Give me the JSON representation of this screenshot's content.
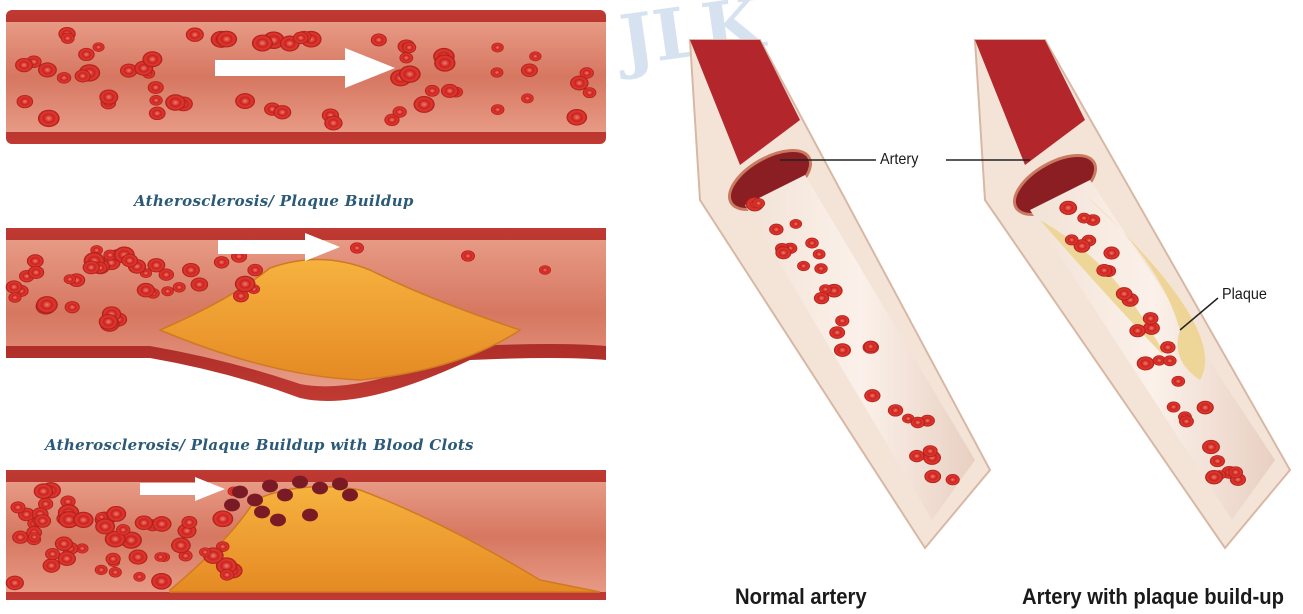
{
  "left_panel": {
    "caption_plaque": "Atherosclerosis/ Plaque Buildup",
    "caption_clots": "Atherosclerosis/ Plaque Buildup with Blood Clots"
  },
  "right_panel": {
    "label_artery": "Artery",
    "label_plaque": "Plaque",
    "caption_normal": "Normal artery",
    "caption_plaque": "Artery with plaque build-up"
  },
  "colors": {
    "vessel_wall": "#b8322e",
    "vessel_inner": "#d97b66",
    "blood_cell": "#e0312b",
    "plaque": "#f0a23a",
    "clot": "#7a1a24",
    "caption_text": "#2b5a78"
  }
}
